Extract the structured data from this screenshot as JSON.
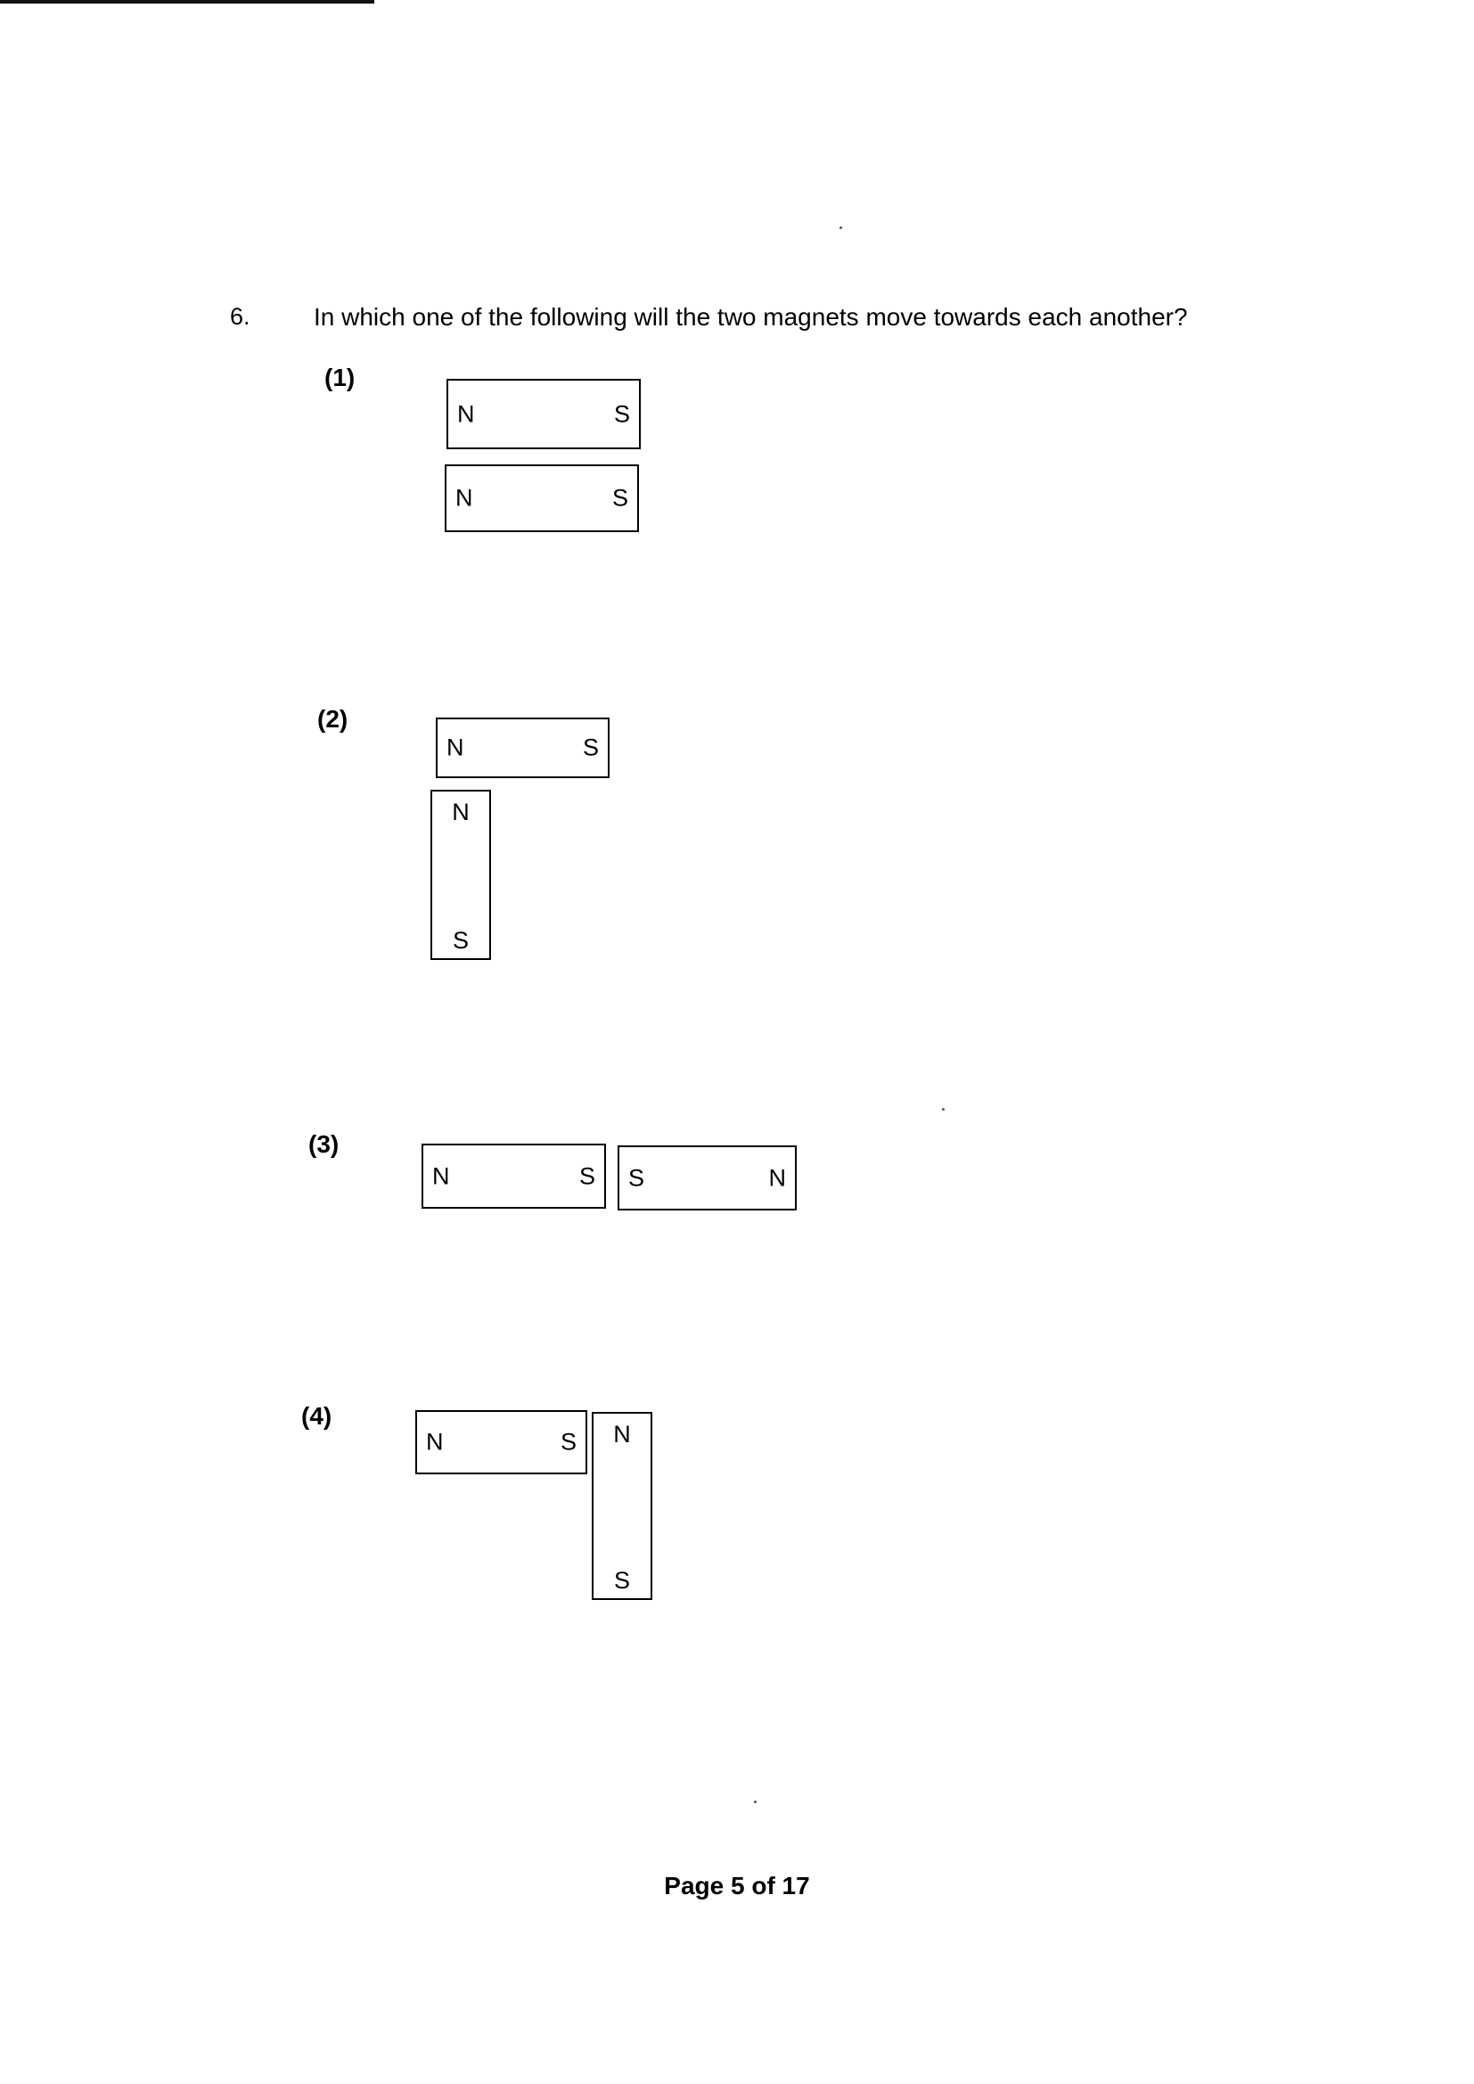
{
  "question": {
    "number": "6.",
    "text": "In which one of the following will the two magnets move towards each another?"
  },
  "options": [
    {
      "label": "(1)",
      "magnets": [
        {
          "orientation": "horizontal",
          "first": "N",
          "second": "S"
        },
        {
          "orientation": "horizontal",
          "first": "N",
          "second": "S"
        }
      ]
    },
    {
      "label": "(2)",
      "magnets": [
        {
          "orientation": "horizontal",
          "first": "N",
          "second": "S"
        },
        {
          "orientation": "vertical",
          "first": "N",
          "second": "S"
        }
      ]
    },
    {
      "label": "(3)",
      "magnets": [
        {
          "orientation": "horizontal",
          "first": "N",
          "second": "S"
        },
        {
          "orientation": "horizontal",
          "first": "S",
          "second": "N"
        }
      ]
    },
    {
      "label": "(4)",
      "magnets": [
        {
          "orientation": "horizontal",
          "first": "N",
          "second": "S"
        },
        {
          "orientation": "vertical",
          "first": "N",
          "second": "S"
        }
      ]
    }
  ],
  "footer": {
    "page_label": "Page 5 of 17"
  }
}
